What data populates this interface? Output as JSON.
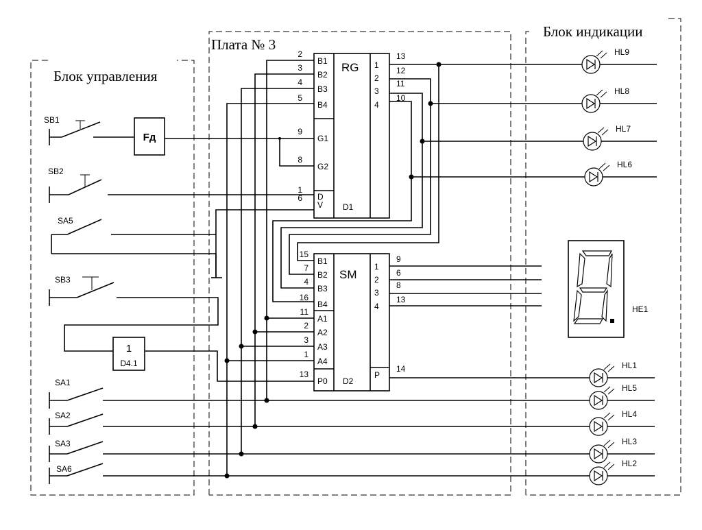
{
  "blocks": {
    "control": "Блок управления",
    "board": "Плата № 3",
    "indication": "Блок индикации"
  },
  "switches": {
    "sb1": "SB1",
    "sb2": "SB2",
    "sa5": "SA5",
    "sb3": "SB3",
    "sa1": "SA1",
    "sa2": "SA2",
    "sa3": "SA3",
    "sa6": "SA6"
  },
  "fd": "Fд",
  "d41": {
    "symbol": "1",
    "label": "D4.1"
  },
  "rg": {
    "title": "RG",
    "ref": "D1",
    "inputs": [
      "B1",
      "B2",
      "B3",
      "B4",
      "G1",
      "G2",
      "D",
      "V"
    ],
    "input_pins": [
      "2",
      "3",
      "4",
      "5",
      "9",
      "8",
      "1",
      "6"
    ],
    "outputs": [
      "1",
      "2",
      "3",
      "4"
    ],
    "output_pins": [
      "13",
      "12",
      "11",
      "10"
    ]
  },
  "sm": {
    "title": "SM",
    "ref": "D2",
    "inputs": [
      "B1",
      "B2",
      "B3",
      "B4",
      "A1",
      "A2",
      "A3",
      "A4",
      "P0"
    ],
    "input_pins": [
      "15",
      "7",
      "4",
      "16",
      "11",
      "2",
      "3",
      "1",
      "13"
    ],
    "outputs": [
      "1",
      "2",
      "3",
      "4",
      "P"
    ],
    "output_pins": [
      "9",
      "6",
      "8",
      "13",
      "14"
    ]
  },
  "leds_top": [
    "HL9",
    "HL8",
    "HL7",
    "HL6"
  ],
  "leds_bottom": [
    "HL1",
    "HL5",
    "HL4",
    "HL3",
    "HL2"
  ],
  "display": "HE1"
}
